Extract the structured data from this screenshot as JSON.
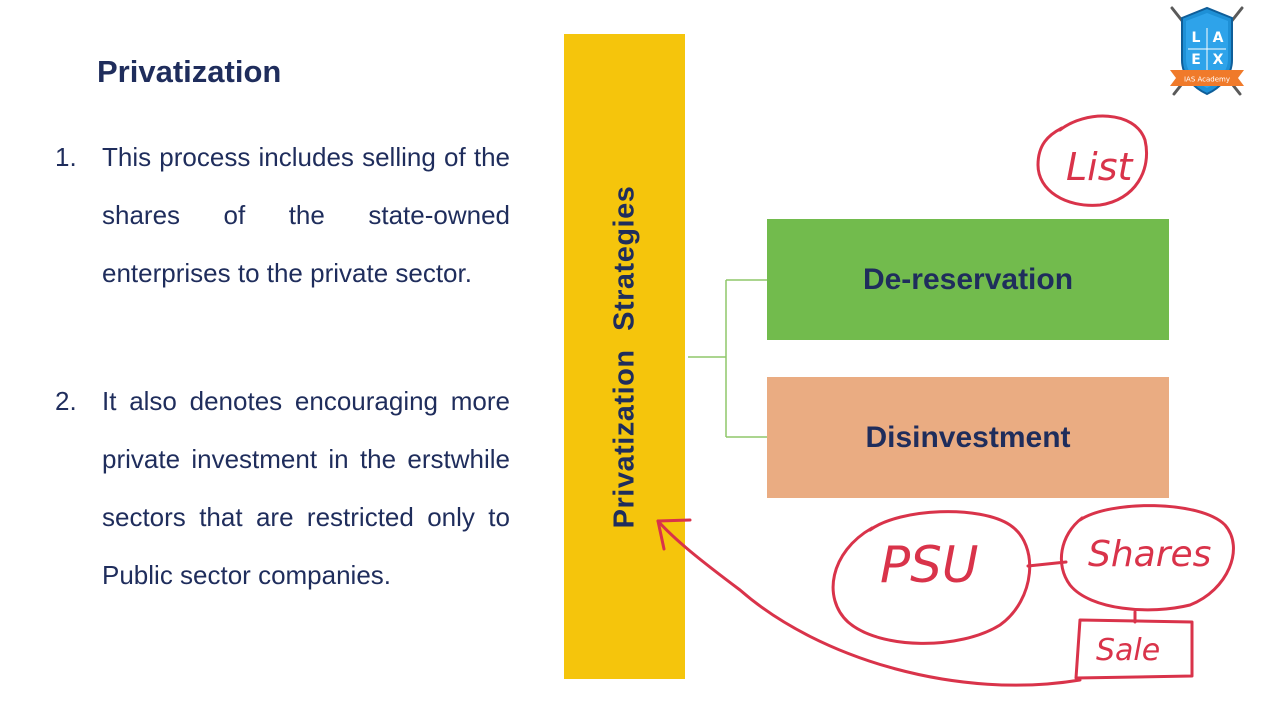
{
  "slide": {
    "title": "Privatization",
    "points": [
      {
        "num": "1.",
        "text": "This process includes selling of the shares of the state-owned enterprises to the private sector."
      },
      {
        "num": "2.",
        "text": "It also denotes encouraging more private investment in the erstwhile sectors that are restricted only to Public sector companies."
      }
    ]
  },
  "diagram": {
    "root_label": "Privatization Strategies",
    "branches": [
      {
        "label": "De-reservation",
        "color": "#72bb4d"
      },
      {
        "label": "Disinvestment",
        "color": "#eaac82"
      }
    ],
    "root_color": "#f5c50c",
    "connector_color": "#8fc76a"
  },
  "annotations": {
    "ink_color": "#d9334a",
    "list": "List",
    "psu": "PSU",
    "shares": "Shares",
    "sale": "Sale"
  },
  "logo": {
    "letters": [
      "L",
      "A",
      "E",
      "X"
    ],
    "ribbon": "IAS Academy",
    "primary_color": "#1e90d6",
    "ribbon_color": "#f07a2a"
  }
}
